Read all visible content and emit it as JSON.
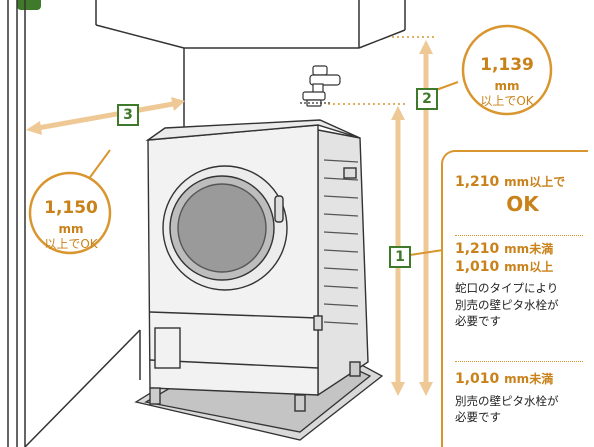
{
  "callouts": {
    "height_top": {
      "value": "1,139",
      "unit": "mm",
      "suffix": "以上でOK"
    },
    "width_left": {
      "value": "1,150",
      "unit": "mm",
      "suffix": "以上でOK"
    }
  },
  "markers": {
    "m1": "1",
    "m2": "2",
    "m3": "3"
  },
  "panel": {
    "sec1": {
      "value": "1,210",
      "unit": "mm",
      "cond": "以上で",
      "result": "OK"
    },
    "sec2": {
      "value1": "1,210",
      "unit1": "mm",
      "cond1": "未満",
      "value2": "1,010",
      "unit2": "mm",
      "cond2": "以上",
      "note_lines": [
        "蛇口のタイプにより",
        "別売の壁ピタ水栓が",
        "必要です"
      ]
    },
    "sec3": {
      "value": "1,010",
      "unit": "mm",
      "cond": "未満",
      "note_lines": [
        "別売の壁ピタ水栓が",
        "必要です"
      ]
    }
  },
  "colors": {
    "accent": "#d9962f",
    "accent_text": "#c9821a",
    "marker_green": "#3f7a2b",
    "arrow": "#efc995",
    "line": "#333333"
  }
}
